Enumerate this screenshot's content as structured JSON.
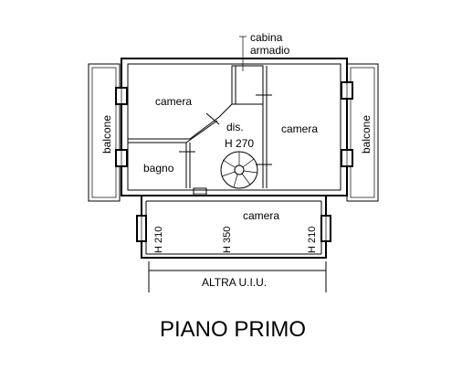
{
  "plan": {
    "title": "PIANO PRIMO",
    "rooms": {
      "camera_left": "camera",
      "camera_right": "camera",
      "camera_bottom": "camera",
      "bagno": "bagno",
      "dis": "dis.",
      "dis_height": "H 270",
      "cabina_line1": "cabina",
      "cabina_line2": "armadio",
      "balcone_left": "balcone",
      "balcone_right": "balcone"
    },
    "heights": {
      "left": "H 210",
      "center": "H 350",
      "right": "H 210"
    },
    "neighbor": "ALTRA U.I.U."
  }
}
